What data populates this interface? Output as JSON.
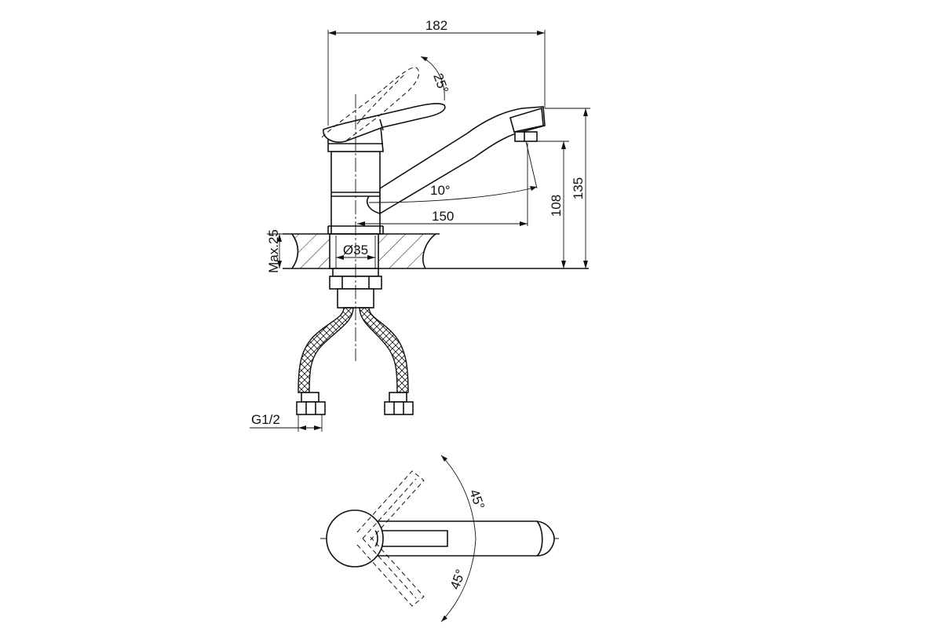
{
  "dimensions": {
    "overall_width": "182",
    "lever_angle": "25°",
    "spout_angle": "10°",
    "spout_reach": "150",
    "spout_height": "108",
    "total_height": "135",
    "max_thickness": "Max.25",
    "base_diameter": "Ø35",
    "connection_thread": "G1/2",
    "rotation_upper": "45°",
    "rotation_lower": "45°"
  }
}
